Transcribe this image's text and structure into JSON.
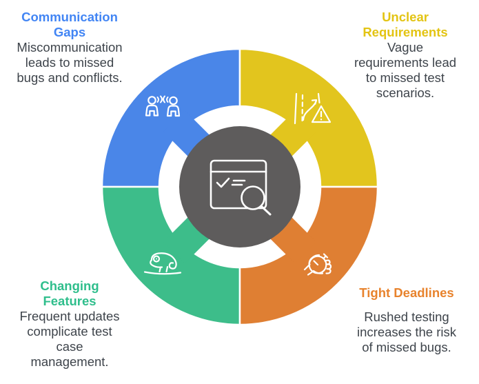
{
  "diagram": {
    "type": "four-segment-cycle-infographic",
    "background_color": "#FFFFFF",
    "separator_color": "#FFFFFF",
    "center": {
      "icon": "test-window-magnifier-icon",
      "bg_color": "#5E5C5C",
      "stroke_color": "#FFFFFF"
    },
    "segments": [
      {
        "id": "communication-gaps",
        "position": "top-left",
        "segment_color": "#4A86E8",
        "title_color": "#4285F4",
        "text_color": "#3E444B",
        "icon": "people-talking-icon",
        "title": "Communication\nGaps",
        "description": "Miscommunication\nleads to missed\nbugs and conflicts."
      },
      {
        "id": "unclear-requirements",
        "position": "top-right",
        "segment_color": "#E2C51E",
        "title_color": "#E3C413",
        "text_color": "#3E444B",
        "icon": "forked-road-warning-icon",
        "title": "Unclear\nRequirements",
        "description": "Vague\nrequirements lead\nto missed test\nscenarios."
      },
      {
        "id": "changing-features",
        "position": "bottom-left",
        "segment_color": "#3DBD8A",
        "title_color": "#2FBE8C",
        "text_color": "#3E444B",
        "icon": "chameleon-icon",
        "title": "Changing\nFeatures",
        "description": "Frequent updates\ncomplicate test\ncase\nmanagement."
      },
      {
        "id": "tight-deadlines",
        "position": "bottom-right",
        "segment_color": "#DF7F33",
        "title_color": "#E8832D",
        "text_color": "#3E444B",
        "icon": "hand-stopwatch-icon",
        "title": "Tight Deadlines",
        "description": "Rushed testing\nincreases the risk\nof missed bugs."
      }
    ]
  }
}
